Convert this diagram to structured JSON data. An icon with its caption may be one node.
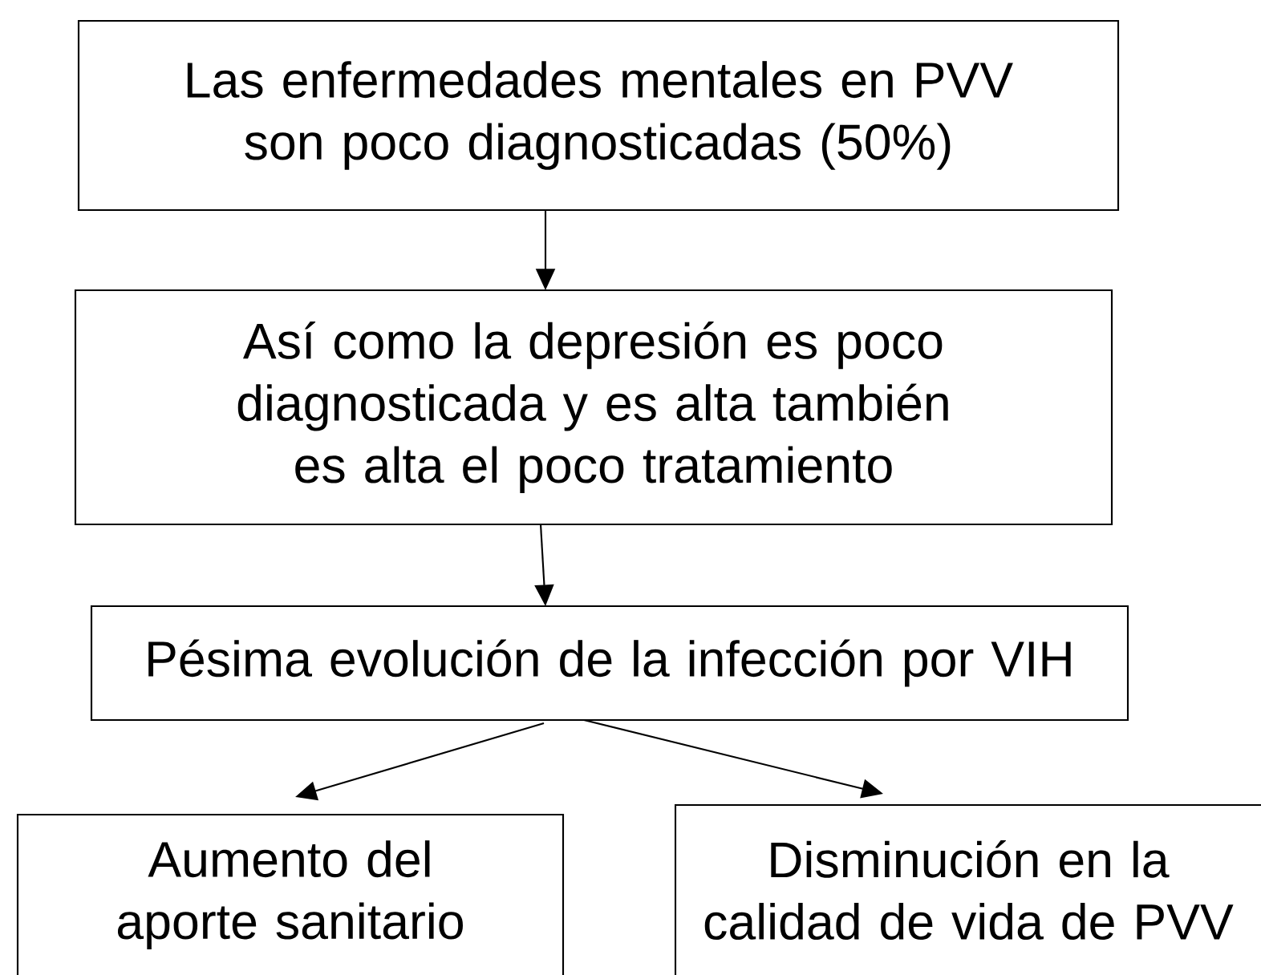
{
  "diagram": {
    "nodes": [
      {
        "text": [
          "Las enfermedades mentales en PVV son poco diagnosticadas (50%)"
        ]
      },
      {
        "text": [
          "Así como la depresión es poco diagnosticada y es alta también es alta el poco tratamiento"
        ]
      },
      {
        "text": [
          "Pésima evolución de la infección por VIH"
        ]
      },
      {
        "text": [
          "Aumento del aporte sanitario"
        ]
      },
      {
        "text": [
          "Disminución en la calidad de vida de PVV"
        ]
      }
    ],
    "edges": [
      {
        "from": 0,
        "to": 1,
        "arrow": "to"
      },
      {
        "from": 1,
        "to": 2,
        "arrow": "to"
      },
      {
        "from": 2,
        "to": 3,
        "arrow": "to"
      },
      {
        "from": 2,
        "to": 4,
        "arrow": "to"
      }
    ]
  }
}
